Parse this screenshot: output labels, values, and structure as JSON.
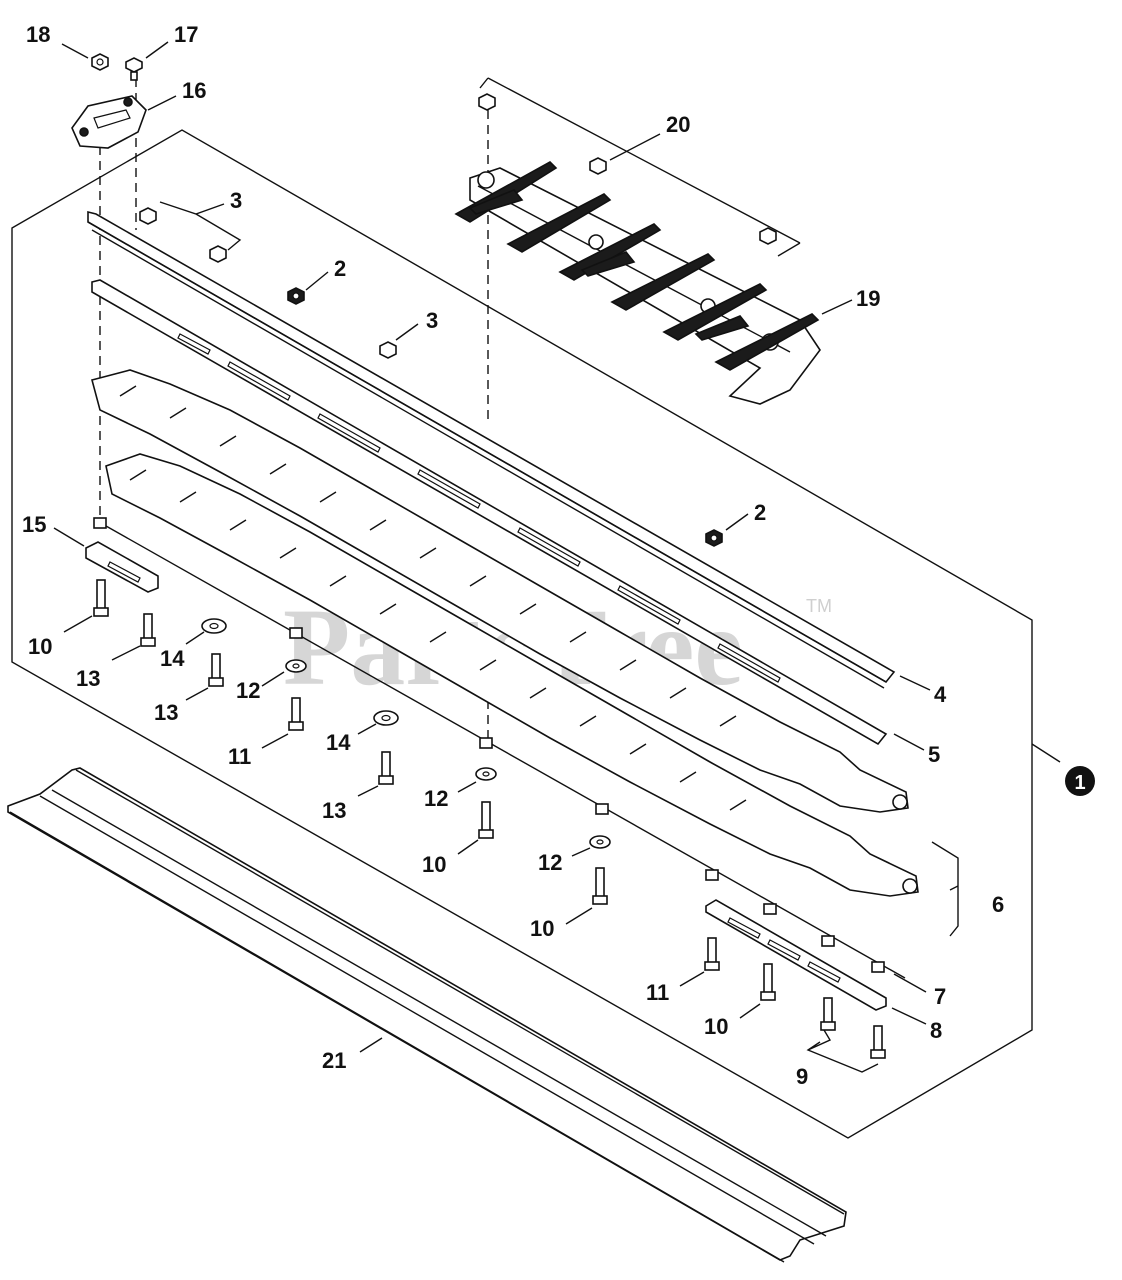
{
  "watermark": {
    "text": "PartsTree",
    "trademark": "TM"
  },
  "assembly_callout": {
    "label": "1"
  },
  "callouts": [
    {
      "id": "c18a",
      "text": "18"
    },
    {
      "id": "c17a",
      "text": "17"
    },
    {
      "id": "c16a",
      "text": "16"
    },
    {
      "id": "c20a",
      "text": "20"
    },
    {
      "id": "c3a",
      "text": "3"
    },
    {
      "id": "c2a",
      "text": "2"
    },
    {
      "id": "c3b",
      "text": "3"
    },
    {
      "id": "c19a",
      "text": "19"
    },
    {
      "id": "c2b",
      "text": "2"
    },
    {
      "id": "c15a",
      "text": "15"
    },
    {
      "id": "c10a",
      "text": "10"
    },
    {
      "id": "c14a",
      "text": "14"
    },
    {
      "id": "c13a",
      "text": "13"
    },
    {
      "id": "c12a",
      "text": "12"
    },
    {
      "id": "c13b",
      "text": "13"
    },
    {
      "id": "c4a",
      "text": "4"
    },
    {
      "id": "c11a",
      "text": "11"
    },
    {
      "id": "c14b",
      "text": "14"
    },
    {
      "id": "c5a",
      "text": "5"
    },
    {
      "id": "c13c",
      "text": "13"
    },
    {
      "id": "c12b",
      "text": "12"
    },
    {
      "id": "c10b",
      "text": "10"
    },
    {
      "id": "c12c",
      "text": "12"
    },
    {
      "id": "c6a",
      "text": "6"
    },
    {
      "id": "c10c",
      "text": "10"
    },
    {
      "id": "c7a",
      "text": "7"
    },
    {
      "id": "c11b",
      "text": "11"
    },
    {
      "id": "c10d",
      "text": "10"
    },
    {
      "id": "c8a",
      "text": "8"
    },
    {
      "id": "c9a",
      "text": "9"
    },
    {
      "id": "c21a",
      "text": "21"
    }
  ]
}
